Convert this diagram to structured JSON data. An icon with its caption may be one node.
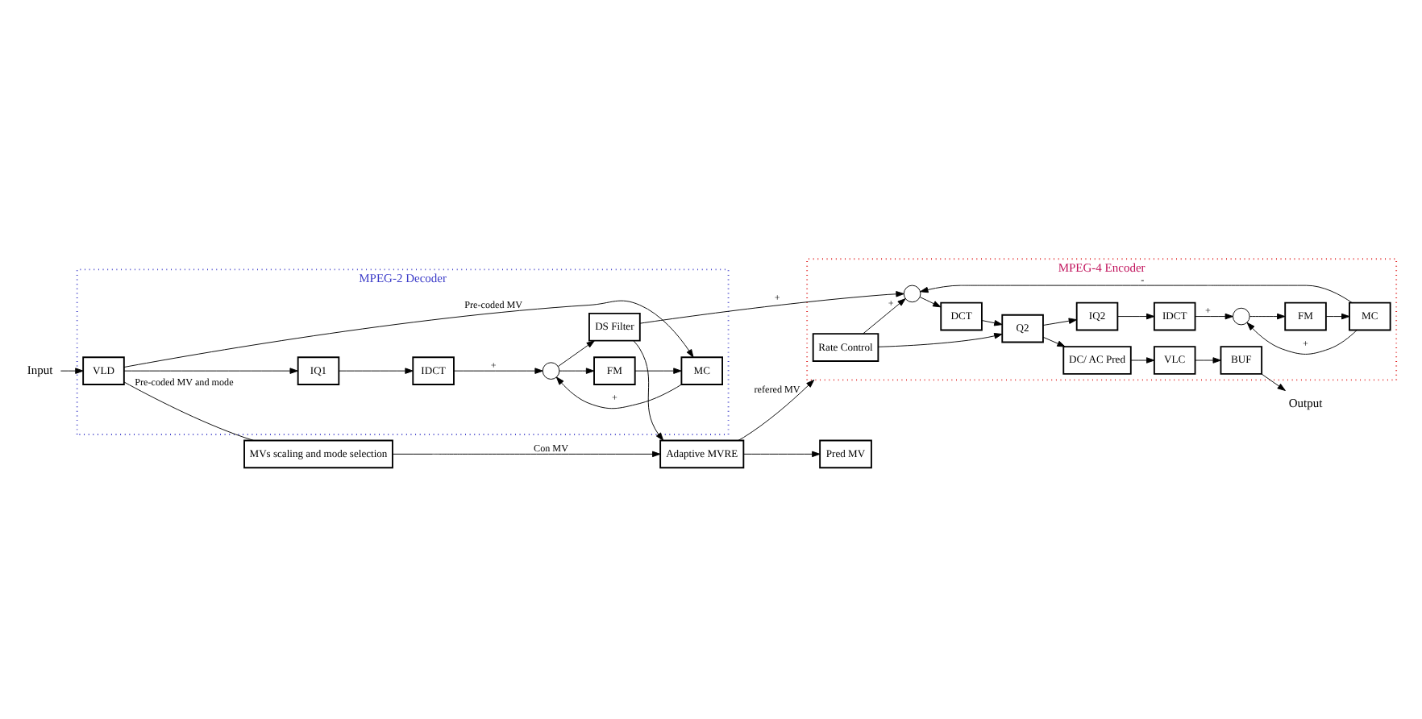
{
  "diagram": {
    "nodes": [
      {
        "text": [
          "MPEG-2 Decoder"
        ]
      },
      {
        "text": [
          "MPEG-4 Encoder"
        ]
      },
      {
        "text": [
          "Input"
        ]
      },
      {
        "text": [
          "VLD"
        ],
        "in": 0
      },
      {
        "text": [
          "IQ1"
        ],
        "in": 0
      },
      {
        "text": [
          "IDCT"
        ],
        "in": 0
      },
      {
        "text": [],
        "shape": "circle",
        "in": 0
      },
      {
        "text": [
          "DS Filter"
        ],
        "in": 0
      },
      {
        "text": [
          "FM"
        ],
        "in": 0
      },
      {
        "text": [
          "MC"
        ],
        "in": 0
      },
      {
        "text": [
          "Rate Control"
        ],
        "in": 1
      },
      {
        "text": [],
        "shape": "circle",
        "in": 1
      },
      {
        "text": [
          "DCT"
        ],
        "in": 1
      },
      {
        "text": [
          "Q2"
        ],
        "in": 1
      },
      {
        "text": [
          "DC/ AC Pred"
        ],
        "in": 1
      },
      {
        "text": [
          "VLC"
        ],
        "in": 1
      },
      {
        "text": [
          "BUF"
        ],
        "in": 1
      },
      {
        "text": [
          "IQ2"
        ],
        "in": 1
      },
      {
        "text": [
          "IDCT"
        ],
        "in": 1
      },
      {
        "text": [],
        "shape": "circle",
        "in": 1
      },
      {
        "text": [
          "MC"
        ],
        "in": 1
      },
      {
        "text": [
          "FM"
        ],
        "in": 1
      },
      {
        "text": [
          "Output"
        ]
      },
      {
        "text": [
          "MVs scaling and mode selection"
        ]
      },
      {
        "text": [
          "Adaptive MVRE"
        ]
      },
      {
        "text": [
          "Pred MV"
        ]
      }
    ],
    "edges": [
      {
        "from": 2,
        "to": 3,
        "arrow": "to"
      },
      {
        "from": 3,
        "to": 4,
        "arrow": "to"
      },
      {
        "from": 4,
        "to": 5,
        "arrow": "to"
      },
      {
        "from": 5,
        "to": 6,
        "arrow": "to",
        "label": "+"
      },
      {
        "from": 6,
        "to": 7,
        "arrow": "to"
      },
      {
        "from": 6,
        "to": 8,
        "arrow": "to"
      },
      {
        "from": 8,
        "to": 9,
        "arrow": "to"
      },
      {
        "from": 9,
        "to": 6,
        "arrow": "to",
        "label": "+"
      },
      {
        "from": 3,
        "to": 9,
        "arrow": "to",
        "label": "Pre-coded MV"
      },
      {
        "from": 3,
        "to": 23,
        "arrow": "none",
        "label": "Pre-coded MV and mode"
      },
      {
        "from": 7,
        "to": 11,
        "arrow": "to",
        "label": "+"
      },
      {
        "from": 7,
        "to": 24,
        "arrow": "to"
      },
      {
        "from": 10,
        "to": 11,
        "arrow": "to",
        "label": "+"
      },
      {
        "from": 10,
        "to": 13,
        "arrow": "to"
      },
      {
        "from": 11,
        "to": 12,
        "arrow": "to"
      },
      {
        "from": 12,
        "to": 13,
        "arrow": "to"
      },
      {
        "from": 13,
        "to": 14,
        "arrow": "to"
      },
      {
        "from": 14,
        "to": 15,
        "arrow": "to"
      },
      {
        "from": 15,
        "to": 16,
        "arrow": "to"
      },
      {
        "from": 16,
        "to": 22,
        "arrow": "to"
      },
      {
        "from": 13,
        "to": 17,
        "arrow": "to"
      },
      {
        "from": 17,
        "to": 18,
        "arrow": "to"
      },
      {
        "from": 18,
        "to": 19,
        "arrow": "to",
        "label": "+"
      },
      {
        "from": 19,
        "to": 21,
        "arrow": "to"
      },
      {
        "from": 21,
        "to": 20,
        "arrow": "to"
      },
      {
        "from": 20,
        "to": 11,
        "arrow": "to",
        "label": "-"
      },
      {
        "from": 20,
        "to": 19,
        "arrow": "to",
        "label": "+"
      },
      {
        "from": 23,
        "to": 24,
        "arrow": "to",
        "label": "Con MV"
      },
      {
        "from": 24,
        "to": 25,
        "arrow": "to"
      },
      {
        "from": 24,
        "to": 1,
        "arrow": "to",
        "label": "refered MV"
      }
    ]
  }
}
